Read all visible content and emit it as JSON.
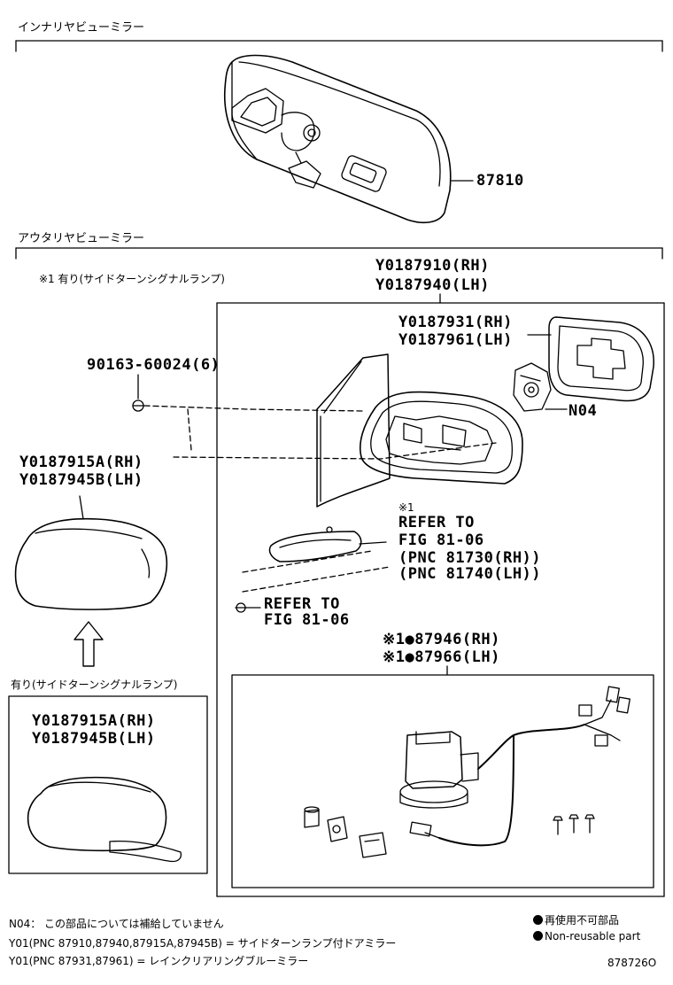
{
  "sections": {
    "inner_title": "インナリヤビューミラー",
    "outer_title": "アウタリヤビューミラー"
  },
  "labels": {
    "inner_mirror_part": "87810",
    "note_signal": "※1  有り(サイドターンシグナルランプ)",
    "mirror_assy_rh": "Y0187910(RH)",
    "mirror_assy_lh": "Y0187940(LH)",
    "sub_assy_rh": "Y0187931(RH)",
    "sub_assy_lh": "Y0187961(LH)",
    "n04": "N04",
    "screw": "90163-60024(6)",
    "cover_rh": "Y0187915A(RH)",
    "cover_lh": "Y0187945B(LH)",
    "ref1_mark": "※1",
    "ref1_line1": "REFER TO",
    "ref1_line2": "FIG 81-06",
    "ref1_line3": "(PNC 81730(RH))",
    "ref1_line4": "(PNC 81740(LH))",
    "ref2_line1": "REFER TO",
    "ref2_line2": "FIG 81-06",
    "motor_rh": "※1●87946(RH)",
    "motor_lh": "※1●87966(LH)",
    "signal_box_title": "有り(サイドターンシグナルランプ)",
    "signal_cover_rh": "Y0187915A(RH)",
    "signal_cover_lh": "Y0187945B(LH)"
  },
  "footer": {
    "note1": "N04： この部品については補給していません",
    "note2": "Y01(PNC 87910,87940,87915A,87945B) = サイドターンランプ付ドアミラー",
    "note3": "Y01(PNC 87931,87961) = レインクリアリングブルーミラー",
    "legend1": "再使用不可部品",
    "legend2": "Non-reusable part",
    "drawing_no": "878726O"
  }
}
